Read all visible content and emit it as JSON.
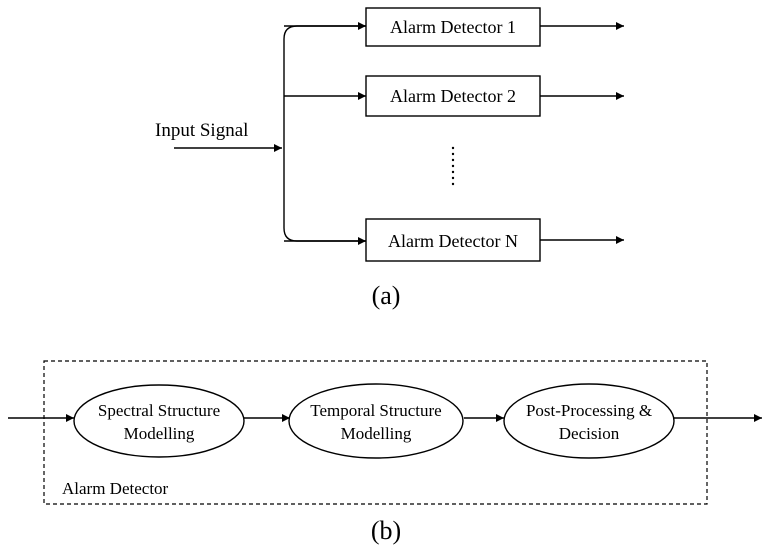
{
  "part_a": {
    "input_label": "Input Signal",
    "detectors": [
      "Alarm Detector 1",
      "Alarm Detector 2",
      "Alarm Detector N"
    ],
    "caption": "(a)"
  },
  "part_b": {
    "stages": [
      {
        "line1": "Spectral Structure",
        "line2": "Modelling"
      },
      {
        "line1": "Temporal Structure",
        "line2": "Modelling"
      },
      {
        "line1": "Post-Processing &",
        "line2": "Decision"
      }
    ],
    "container_label": "Alarm Detector",
    "caption": "(b)"
  }
}
